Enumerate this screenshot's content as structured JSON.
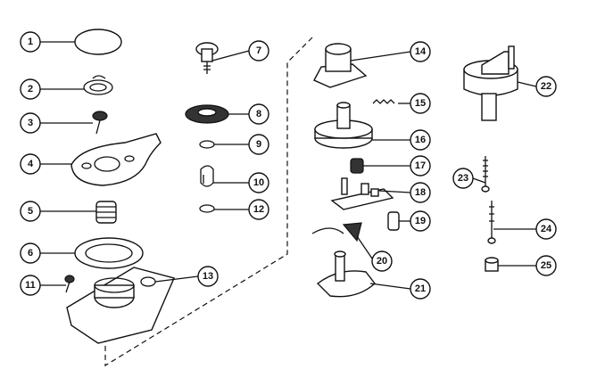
{
  "diagram": {
    "type": "exploded-parts-diagram",
    "callouts": [
      "1",
      "2",
      "3",
      "4",
      "5",
      "6",
      "7",
      "8",
      "9",
      "10",
      "11",
      "12",
      "13",
      "14",
      "15",
      "16",
      "17",
      "18",
      "19",
      "20",
      "21",
      "22",
      "23",
      "24",
      "25"
    ]
  }
}
